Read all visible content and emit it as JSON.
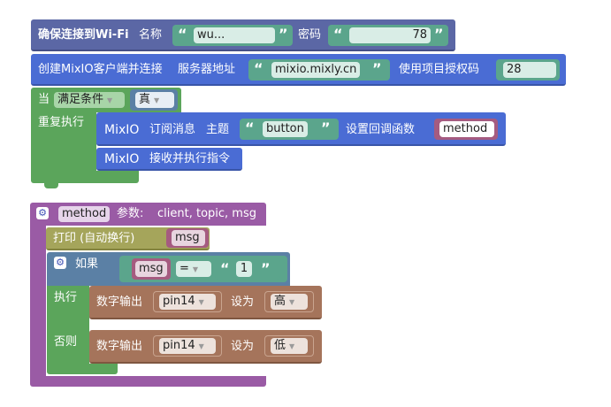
{
  "colors": {
    "wifi": "#5b67a5",
    "mqtt": "#4a6cd4",
    "loop": "#5ba55b",
    "logic": "#5b80a5",
    "proc": "#9a5ba5",
    "print": "#a5a55b",
    "io": "#a5745b",
    "text": "#5ba58c",
    "var": "#a55b80"
  },
  "wifi_block": {
    "label": "确保连接到Wi-Fi",
    "name_label": "名称",
    "ssid": "wu...",
    "pwd_label": "密码",
    "password": "78"
  },
  "mqtt_connect": {
    "label": "创建MixIO客户端并连接",
    "server_label": "服务器地址",
    "server": "mixio.mixly.cn",
    "auth_label": "使用项目授权码",
    "auth_code": "28"
  },
  "while_block": {
    "label_when": "当",
    "condition_mode": "满足条件",
    "condition_value": "真",
    "repeat_label": "重复执行"
  },
  "subscribe": {
    "prefix": "MixIO",
    "label": "订阅消息",
    "topic_label": "主题",
    "topic": "button",
    "callback_label": "设置回调函数",
    "callback": "method"
  },
  "receive": {
    "prefix": "MixIO",
    "label": "接收并执行指令"
  },
  "method_def": {
    "name": "method",
    "params_label": "参数:",
    "params": "client, topic, msg"
  },
  "print_block": {
    "label": "打印 (自动换行)",
    "var": "msg"
  },
  "if_block": {
    "if_label": "如果",
    "var": "msg",
    "op": "=",
    "value": "1",
    "then_label": "执行",
    "else_label": "否则"
  },
  "digital_out_high": {
    "label": "数字输出",
    "pin": "pin14",
    "set_label": "设为",
    "value": "高"
  },
  "digital_out_low": {
    "label": "数字输出",
    "pin": "pin14",
    "set_label": "设为",
    "value": "低"
  }
}
